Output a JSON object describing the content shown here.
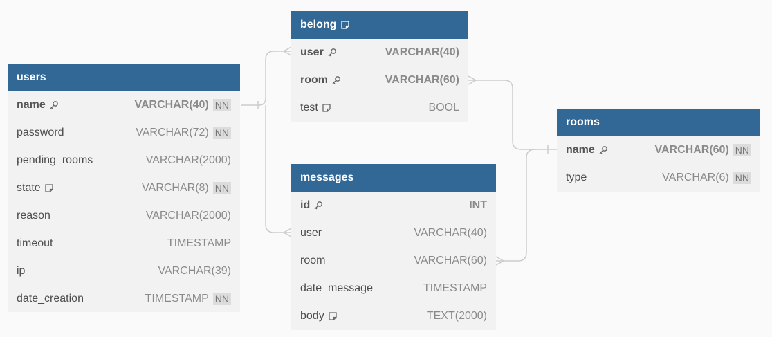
{
  "tables": {
    "users": {
      "title": "users",
      "fields": [
        {
          "name": "name",
          "type": "VARCHAR(40)",
          "nn": "NN",
          "pk": true,
          "icon": "key-icon"
        },
        {
          "name": "password",
          "type": "VARCHAR(72)",
          "nn": "NN"
        },
        {
          "name": "pending_rooms",
          "type": "VARCHAR(2000)"
        },
        {
          "name": "state",
          "type": "VARCHAR(8)",
          "nn": "NN",
          "icon": "note-icon"
        },
        {
          "name": "reason",
          "type": "VARCHAR(2000)"
        },
        {
          "name": "timeout",
          "type": "TIMESTAMP"
        },
        {
          "name": "ip",
          "type": "VARCHAR(39)"
        },
        {
          "name": "date_creation",
          "type": "TIMESTAMP",
          "nn": "NN"
        }
      ]
    },
    "belong": {
      "title": "belong",
      "title_icon": "note-icon",
      "fields": [
        {
          "name": "user",
          "type": "VARCHAR(40)",
          "pk": true,
          "icon": "key-icon"
        },
        {
          "name": "room",
          "type": "VARCHAR(60)",
          "pk": true,
          "icon": "key-icon"
        },
        {
          "name": "test",
          "type": "BOOL",
          "icon": "note-icon"
        }
      ]
    },
    "messages": {
      "title": "messages",
      "fields": [
        {
          "name": "id",
          "type": "INT",
          "pk": true,
          "icon": "key-icon"
        },
        {
          "name": "user",
          "type": "VARCHAR(40)"
        },
        {
          "name": "room",
          "type": "VARCHAR(60)"
        },
        {
          "name": "date_message",
          "type": "TIMESTAMP"
        },
        {
          "name": "body",
          "type": "TEXT(2000)",
          "icon": "note-icon"
        }
      ]
    },
    "rooms": {
      "title": "rooms",
      "fields": [
        {
          "name": "name",
          "type": "VARCHAR(60)",
          "nn": "NN",
          "pk": true,
          "icon": "key-icon"
        },
        {
          "name": "type",
          "type": "VARCHAR(6)",
          "nn": "NN"
        }
      ]
    }
  },
  "colors": {
    "header_bg": "#326896",
    "header_text": "#ffffff",
    "body_bg": "#f2f2f2",
    "edge": "#cccccc",
    "canvas_bg": "#fafafa"
  }
}
